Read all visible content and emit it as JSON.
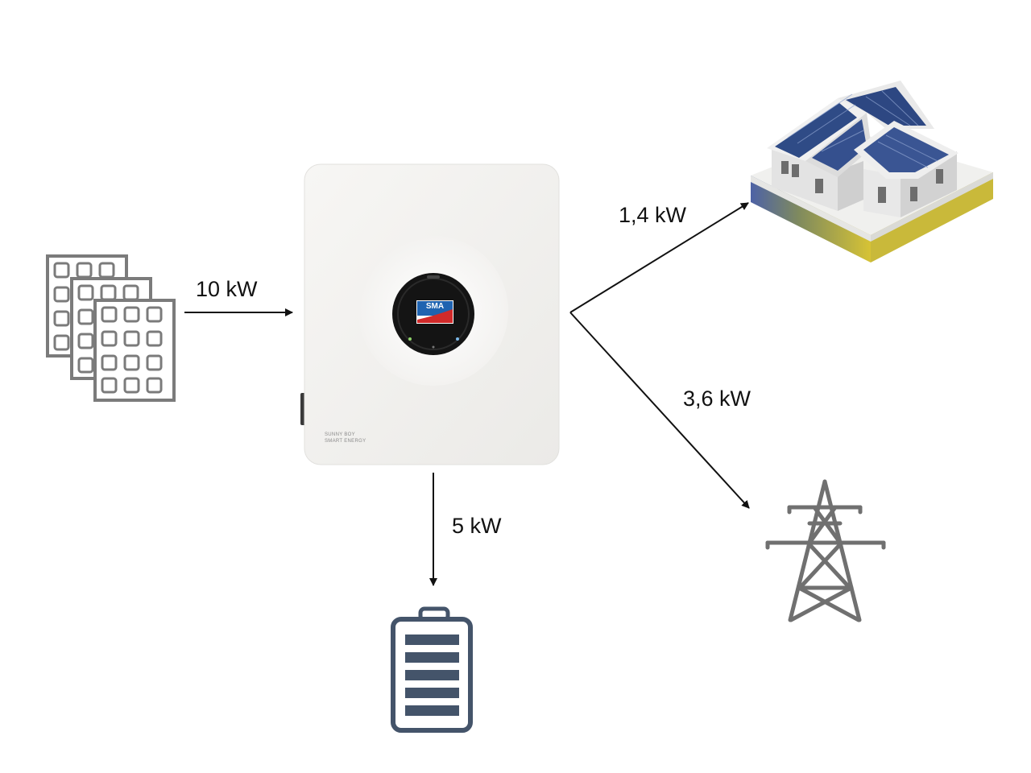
{
  "flows": [
    {
      "id": "pv_to_inverter",
      "label": "10 kW"
    },
    {
      "id": "inverter_to_house",
      "label": "1,4 kW"
    },
    {
      "id": "inverter_to_grid",
      "label": "3,6 kW"
    },
    {
      "id": "inverter_to_battery",
      "label": "5 kW"
    }
  ],
  "inverter": {
    "logo_text": "SMA",
    "brand_line_1": "SUNNY BOY",
    "brand_line_2": "SMART ENERGY"
  },
  "colors": {
    "icon_gray": "#7b7b7b",
    "battery_navy": "#44546a",
    "inverter_body": "#f2f1ef",
    "arrow": "#111111",
    "sma_blue": "#1f63b0",
    "sma_red": "#d12a2a"
  },
  "icons": {
    "pv": "solar-panels-icon",
    "house": "house-with-solar-roof-icon",
    "grid": "power-pylon-icon",
    "battery": "battery-icon",
    "inverter": "inverter-device"
  }
}
